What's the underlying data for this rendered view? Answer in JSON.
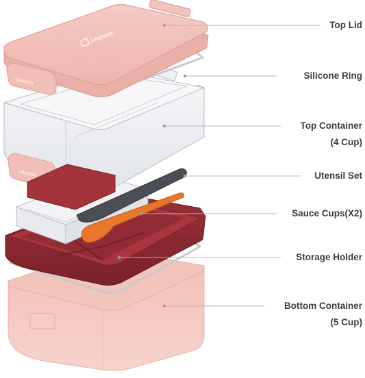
{
  "brand": {
    "name": "Unoroso"
  },
  "parts": [
    {
      "id": "top-lid",
      "lines": [
        "Top Lid"
      ]
    },
    {
      "id": "silicone-ring",
      "lines": [
        "Silicone Ring"
      ]
    },
    {
      "id": "top-container",
      "lines": [
        "Top Container",
        "(4 Cup)"
      ]
    },
    {
      "id": "utensil-set",
      "lines": [
        "Utensil Set"
      ]
    },
    {
      "id": "sauce-cups",
      "lines": [
        "Sauce Cups(X2)"
      ]
    },
    {
      "id": "storage-holder",
      "lines": [
        "Storage Holder"
      ]
    },
    {
      "id": "bottom-container",
      "lines": [
        "Bottom Container",
        "(5 Cup)"
      ]
    }
  ],
  "colors": {
    "pink": "#f1c1ba",
    "pink_dark": "#e2a8a0",
    "maroon": "#8e2a32",
    "maroon_dark": "#6f1e26",
    "orange": "#e8772c",
    "gray_utensil": "#4b4f55",
    "clear": "#e9ecef",
    "leader": "#b5b5b5",
    "label_text": "#3c3c3c"
  }
}
